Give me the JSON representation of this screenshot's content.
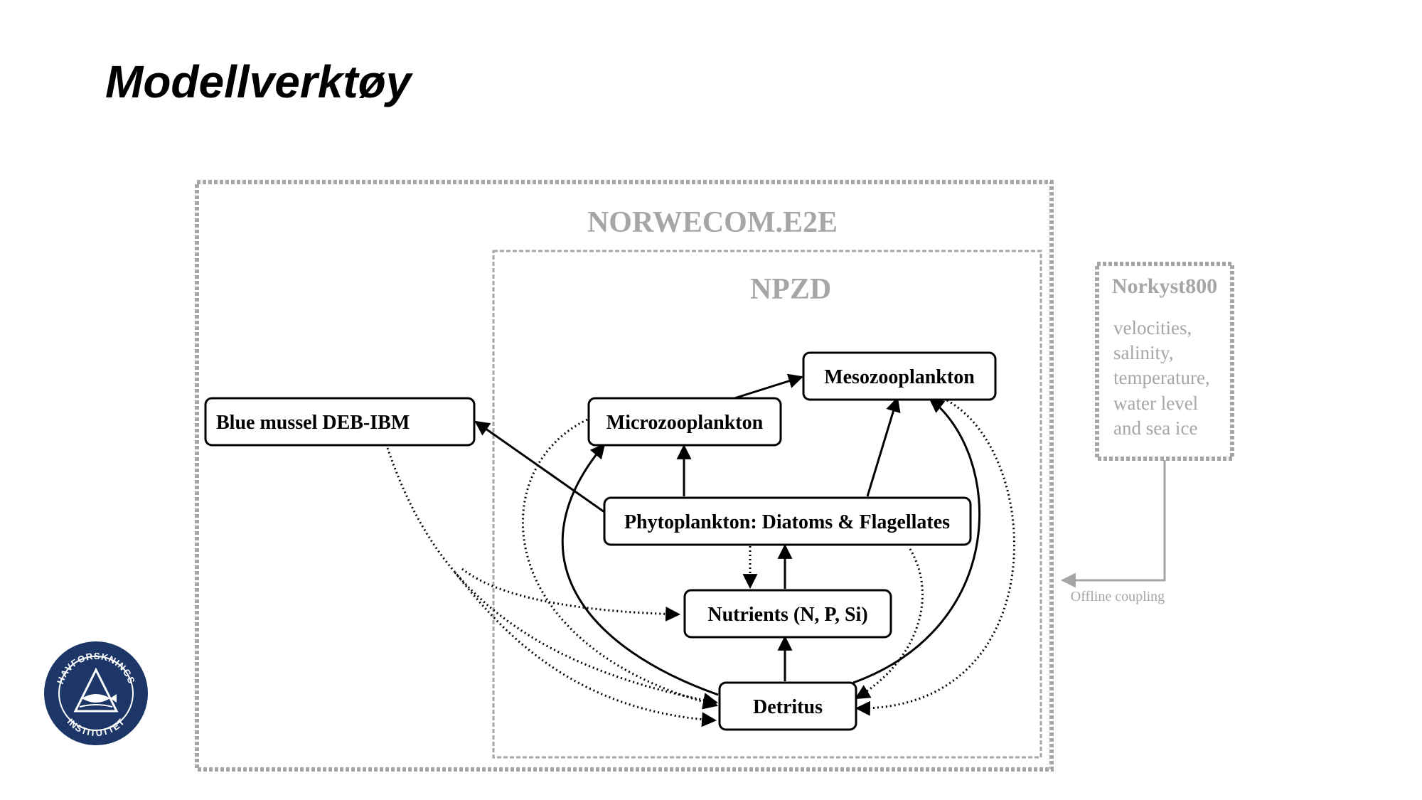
{
  "slide": {
    "title": "Modellverktøy"
  },
  "diagram": {
    "outer_label": "NORWECOM.E2E",
    "inner_label": "NPZD",
    "side_box": {
      "title": "Norkyst800",
      "lines": [
        "velocities,",
        "salinity,",
        "temperature,",
        "water level",
        "and sea ice"
      ]
    },
    "coupling_label": "Offline coupling",
    "nodes": {
      "blue_mussel": "Blue mussel DEB-IBM",
      "microzooplankton": "Microzooplankton",
      "mesozooplankton": "Mesozooplankton",
      "phytoplankton": "Phytoplankton: Diatoms & Flagellates",
      "nutrients": "Nutrients (N, P, Si)",
      "detritus": "Detritus"
    }
  },
  "logo": {
    "text_top": "HAVFORSKNINGS",
    "text_bottom": "INSTITUTTET",
    "color": "#1c3668"
  },
  "colors": {
    "grey_frame": "#a6a6a6",
    "grey_text": "#a6a6a6",
    "box_border": "#000000"
  }
}
